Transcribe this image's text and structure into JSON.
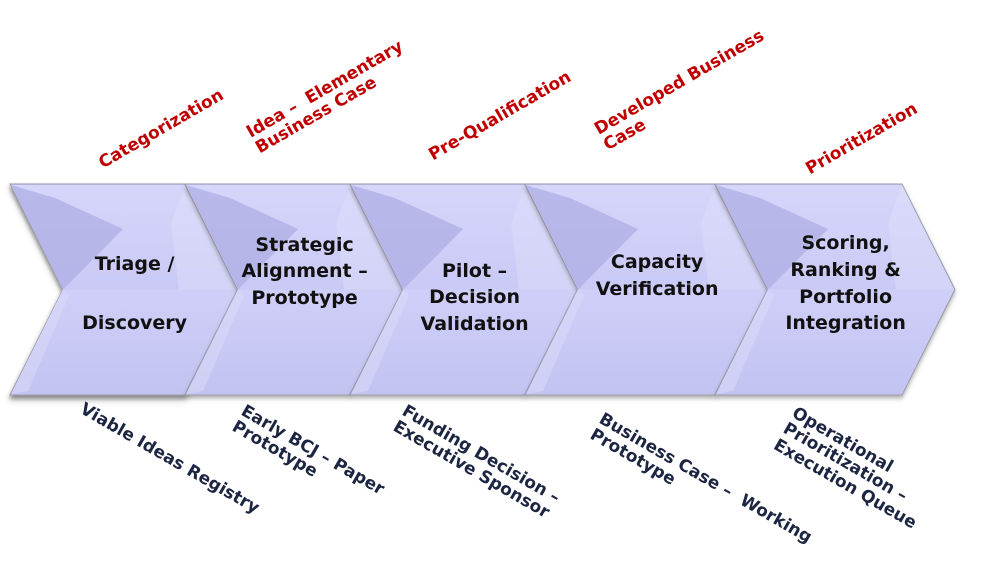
{
  "diagram": {
    "type": "chevron-process",
    "colors": {
      "chevron_fill": "#cbcbf6",
      "chevron_facet_dark": "#aeaee4",
      "chevron_facet_light": "#dcdcfa",
      "chevron_edge": "#9a9aa8",
      "phase_label": "#c00000",
      "deliverable_label": "#1c2541",
      "stage_text": "#111111"
    },
    "stages": [
      {
        "id": "triage",
        "text": "Triage /\n\nDiscovery",
        "phase": "Categorization",
        "deliverable": "Viable Ideas Registry"
      },
      {
        "id": "strategic-alignment",
        "text": "Strategic\nAlignment –\nPrototype",
        "phase": "Idea –  Elementary\nBusiness Case",
        "deliverable": "Early BCJ – Paper\nPrototype"
      },
      {
        "id": "pilot",
        "text": "Pilot –\nDecision\nValidation",
        "phase": "Pre-Qualification",
        "deliverable": "Funding Decision –\nExecutive Sponsor"
      },
      {
        "id": "capacity",
        "text": "Capacity\nVerification",
        "phase": "Developed Business\nCase",
        "deliverable": "Business Case –  Working\nPrototype"
      },
      {
        "id": "scoring",
        "text": "Scoring,\nRanking &\nPortfolio\nIntegration",
        "phase": "Prioritization",
        "deliverable": "Operational\nPrioritization –\nExecution Queue"
      }
    ]
  }
}
